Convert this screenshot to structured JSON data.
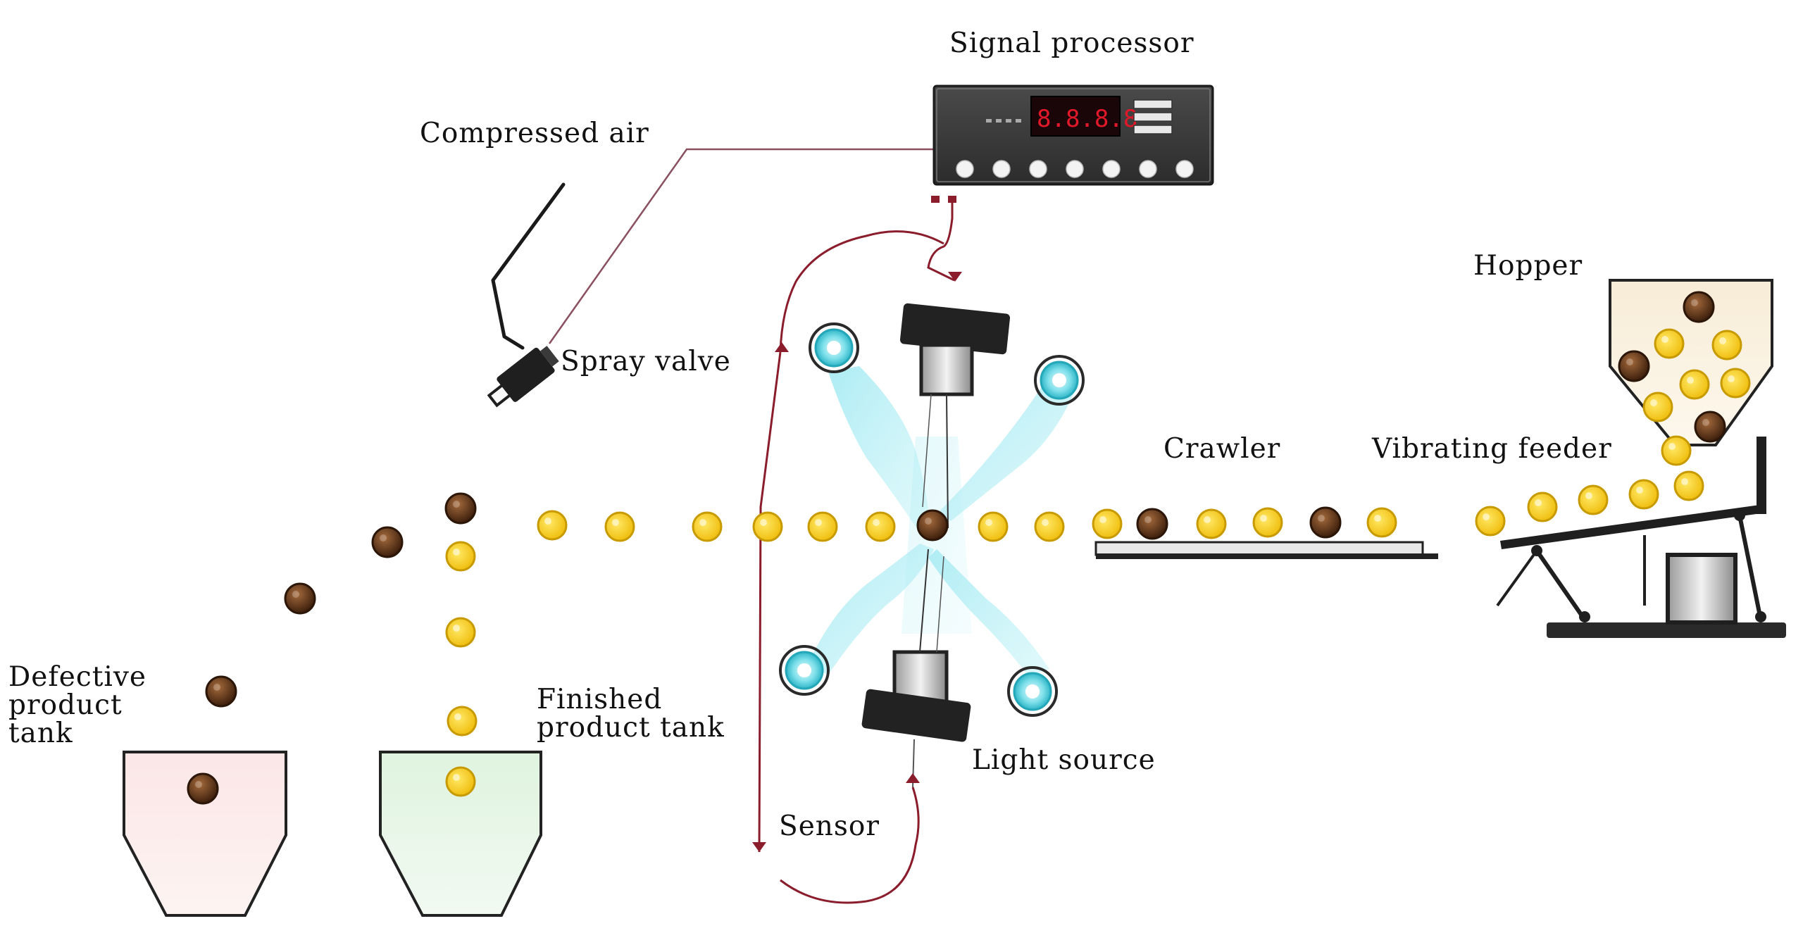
{
  "labels": {
    "signal_processor": "Signal processor",
    "compressed_air": "Compressed air",
    "spray_valve": "Spray valve",
    "hopper": "Hopper",
    "crawler": "Crawler",
    "vibrating_feeder": "Vibrating feeder",
    "defective_tank_line1": "Defective",
    "defective_tank_line2": "product",
    "defective_tank_line3": "tank",
    "finished_tank_line1": "Finished",
    "finished_tank_line2": "product tank",
    "light_source": "Light source",
    "sensor": "Sensor"
  },
  "colors": {
    "good_product": "#f2c418",
    "good_product_edge": "#c79a00",
    "defective_product": "#6b3a1e",
    "defective_product_edge": "#2b1608",
    "signal_wire": "#8a1c2c",
    "light_beam": "#8fe3ef",
    "sensor_ring": "#3cc6d6",
    "device_body": "#2a2a2a",
    "display_digits": "#e0182a",
    "defective_tank_fill": "#fbeceb",
    "finished_tank_fill": "#e6f6e6"
  }
}
